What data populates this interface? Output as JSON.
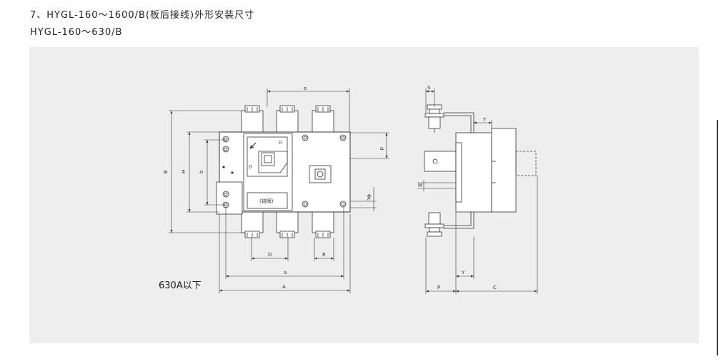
{
  "heading": {
    "title": "7、HYGL-160～1600/B(板后接线)外形安装尺寸",
    "subtitle": "HYGL-160～630/B"
  },
  "diagram": {
    "range_note": "630A以下",
    "dims": {
      "e": "e",
      "d": "d",
      "B": "B",
      "H": "H",
      "b": "b",
      "phic": "Φc",
      "D": "D",
      "R": "R",
      "a": "a",
      "A": "A",
      "S": "S",
      "T": "T",
      "M": "M",
      "Y": "Y",
      "P": "P",
      "C": "C"
    },
    "switch": {
      "on": "II",
      "off": "0",
      "nameplate": "(铭牌)"
    }
  },
  "colors": {
    "line": "#333333",
    "panel": "#eeeeee",
    "body": "#ffffff"
  }
}
